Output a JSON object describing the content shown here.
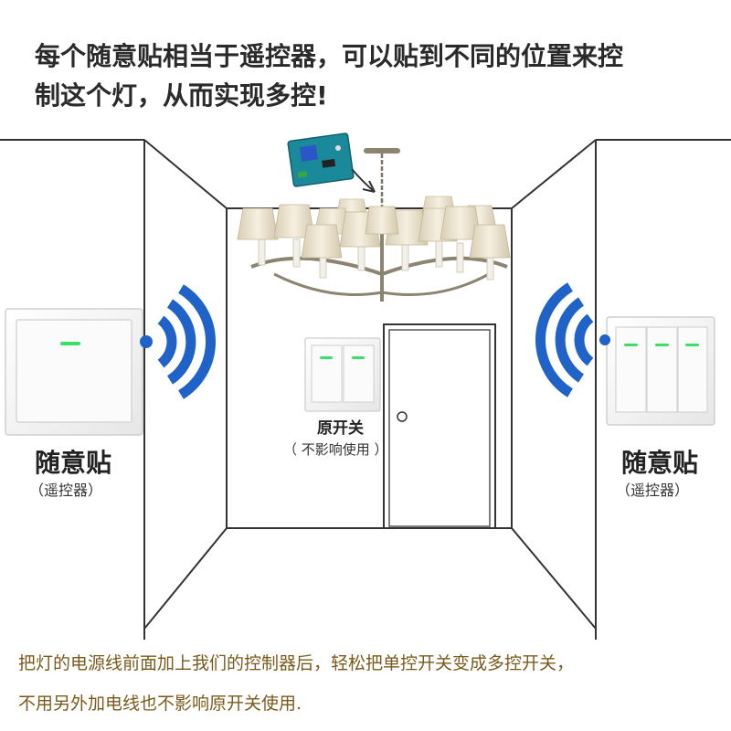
{
  "headline": {
    "line1": "每个随意贴相当于遥控器，可以贴到不同的位置来控",
    "line2": "制这个灯，从而实现多控!"
  },
  "left_switch": {
    "title": "随意贴",
    "subtitle": "（遥控器）"
  },
  "right_switch": {
    "title": "随意贴",
    "subtitle": "（遥控器）"
  },
  "center_switch": {
    "title": "原开关",
    "subtitle": "（ 不影响使用 ）"
  },
  "footer": {
    "line1": "把灯的电源线前面加上我们的控制器后，轻松把单控开关变成多控开关，",
    "line2": "不用另外加电线也不影响原开关使用."
  },
  "colors": {
    "wave_blue": "#1f62c8",
    "indicator_green": "#38e068",
    "footer_text": "#7a5a1c",
    "wall_line": "#333333",
    "lamp_shade": "#efe6d2"
  },
  "icons": [
    "wifi-signal-icon",
    "wall-switch-icon",
    "chandelier-icon",
    "pcb-receiver-icon",
    "door-knob-icon",
    "arrow-icon"
  ]
}
